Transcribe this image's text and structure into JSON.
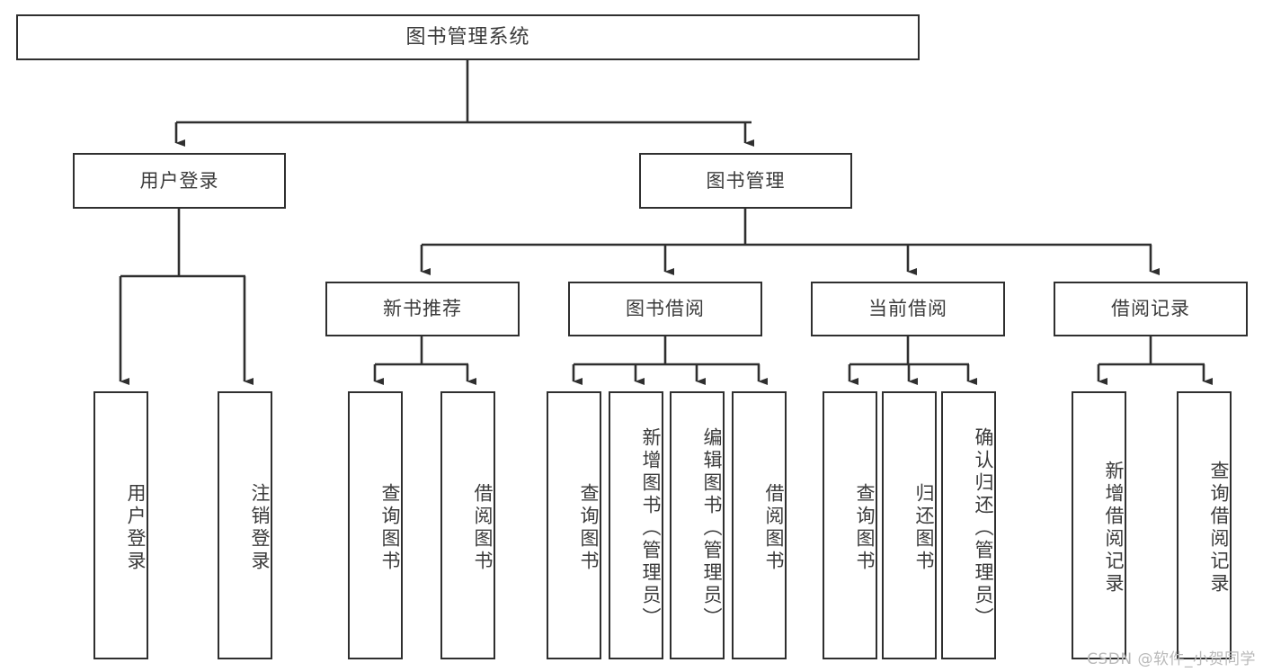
{
  "diagram": {
    "title": "图书管理系统",
    "type": "hierarchy-tree",
    "watermark": "CSDN @软件_小贺同学",
    "colors": {
      "stroke": "#2f2f2f",
      "text": "#3b3b3b",
      "background": "#ffffff",
      "watermark": "#b9b9b9"
    }
  },
  "nodes": {
    "root": {
      "label": "图书管理系统"
    },
    "level2": [
      {
        "label": "用户登录"
      },
      {
        "label": "图书管理"
      }
    ],
    "level3": [
      {
        "label": "新书推荐"
      },
      {
        "label": "图书借阅"
      },
      {
        "label": "当前借阅"
      },
      {
        "label": "借阅记录"
      }
    ],
    "leaves": {
      "user_login": [
        {
          "label": "用户登录"
        },
        {
          "label": "注销登录"
        }
      ],
      "new_book_recommend": [
        {
          "label": "查询图书"
        },
        {
          "label": "借阅图书"
        }
      ],
      "book_borrow": [
        {
          "label": "查询图书"
        },
        {
          "label": "新增图书（管理员）"
        },
        {
          "label": "编辑图书（管理员）"
        },
        {
          "label": "借阅图书"
        }
      ],
      "current_borrow": [
        {
          "label": "查询图书"
        },
        {
          "label": "归还图书"
        },
        {
          "label": "确认归还（管理员）"
        }
      ],
      "borrow_records": [
        {
          "label": "新增借阅记录"
        },
        {
          "label": "查询借阅记录"
        }
      ]
    }
  }
}
